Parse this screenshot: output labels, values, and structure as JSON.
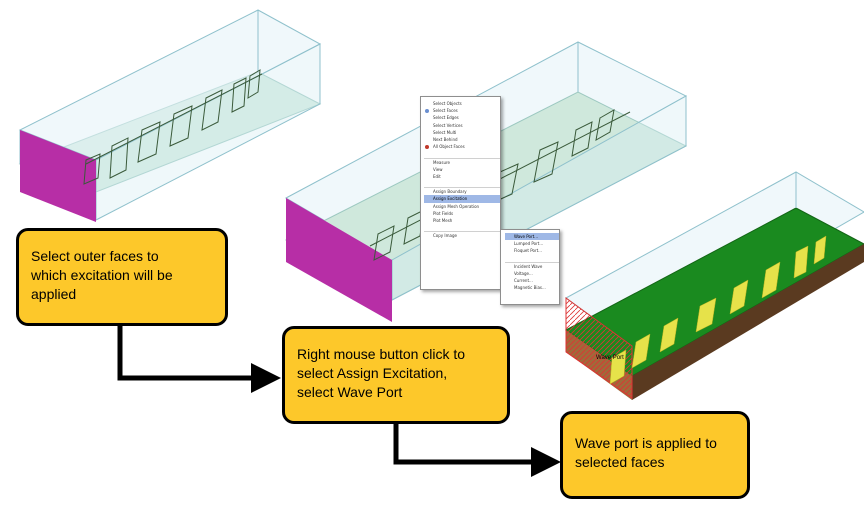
{
  "callouts": {
    "step1": "Select outer faces to\nwhich excitation will be\napplied",
    "step2": "Right mouse button click to\nselect Assign Excitation,\nselect Wave Port",
    "step3": "Wave port is applied to\nselected faces"
  },
  "context_menu": {
    "items": [
      "Select Objects",
      "Select Faces",
      "Select Edges",
      "Select Vertices",
      "Select Multi",
      "Next Behind",
      "All Object Faces",
      "",
      "Measure",
      "View",
      "Edit",
      "",
      "Assign Boundary",
      "Assign Excitation",
      "Assign Mesh Operation",
      "Plot Fields",
      "Plot Mesh",
      "",
      "Copy Image"
    ],
    "submenu": [
      "Wave Port...",
      "Lumped Port...",
      "Floquet Port...",
      "",
      "Incident Wave",
      "Voltage...",
      "Current...",
      "Magnetic Bias..."
    ]
  },
  "annotation_label": "Wave Port",
  "colors": {
    "callout_fill": "#fdc82a",
    "port_face": "#b72ea6",
    "box_wire": "#8fc1cc",
    "substrate": "#cfe8dc",
    "substrate_selected": "#1a8a1f",
    "strip": "#e6e24a",
    "arrow": "#000000"
  }
}
